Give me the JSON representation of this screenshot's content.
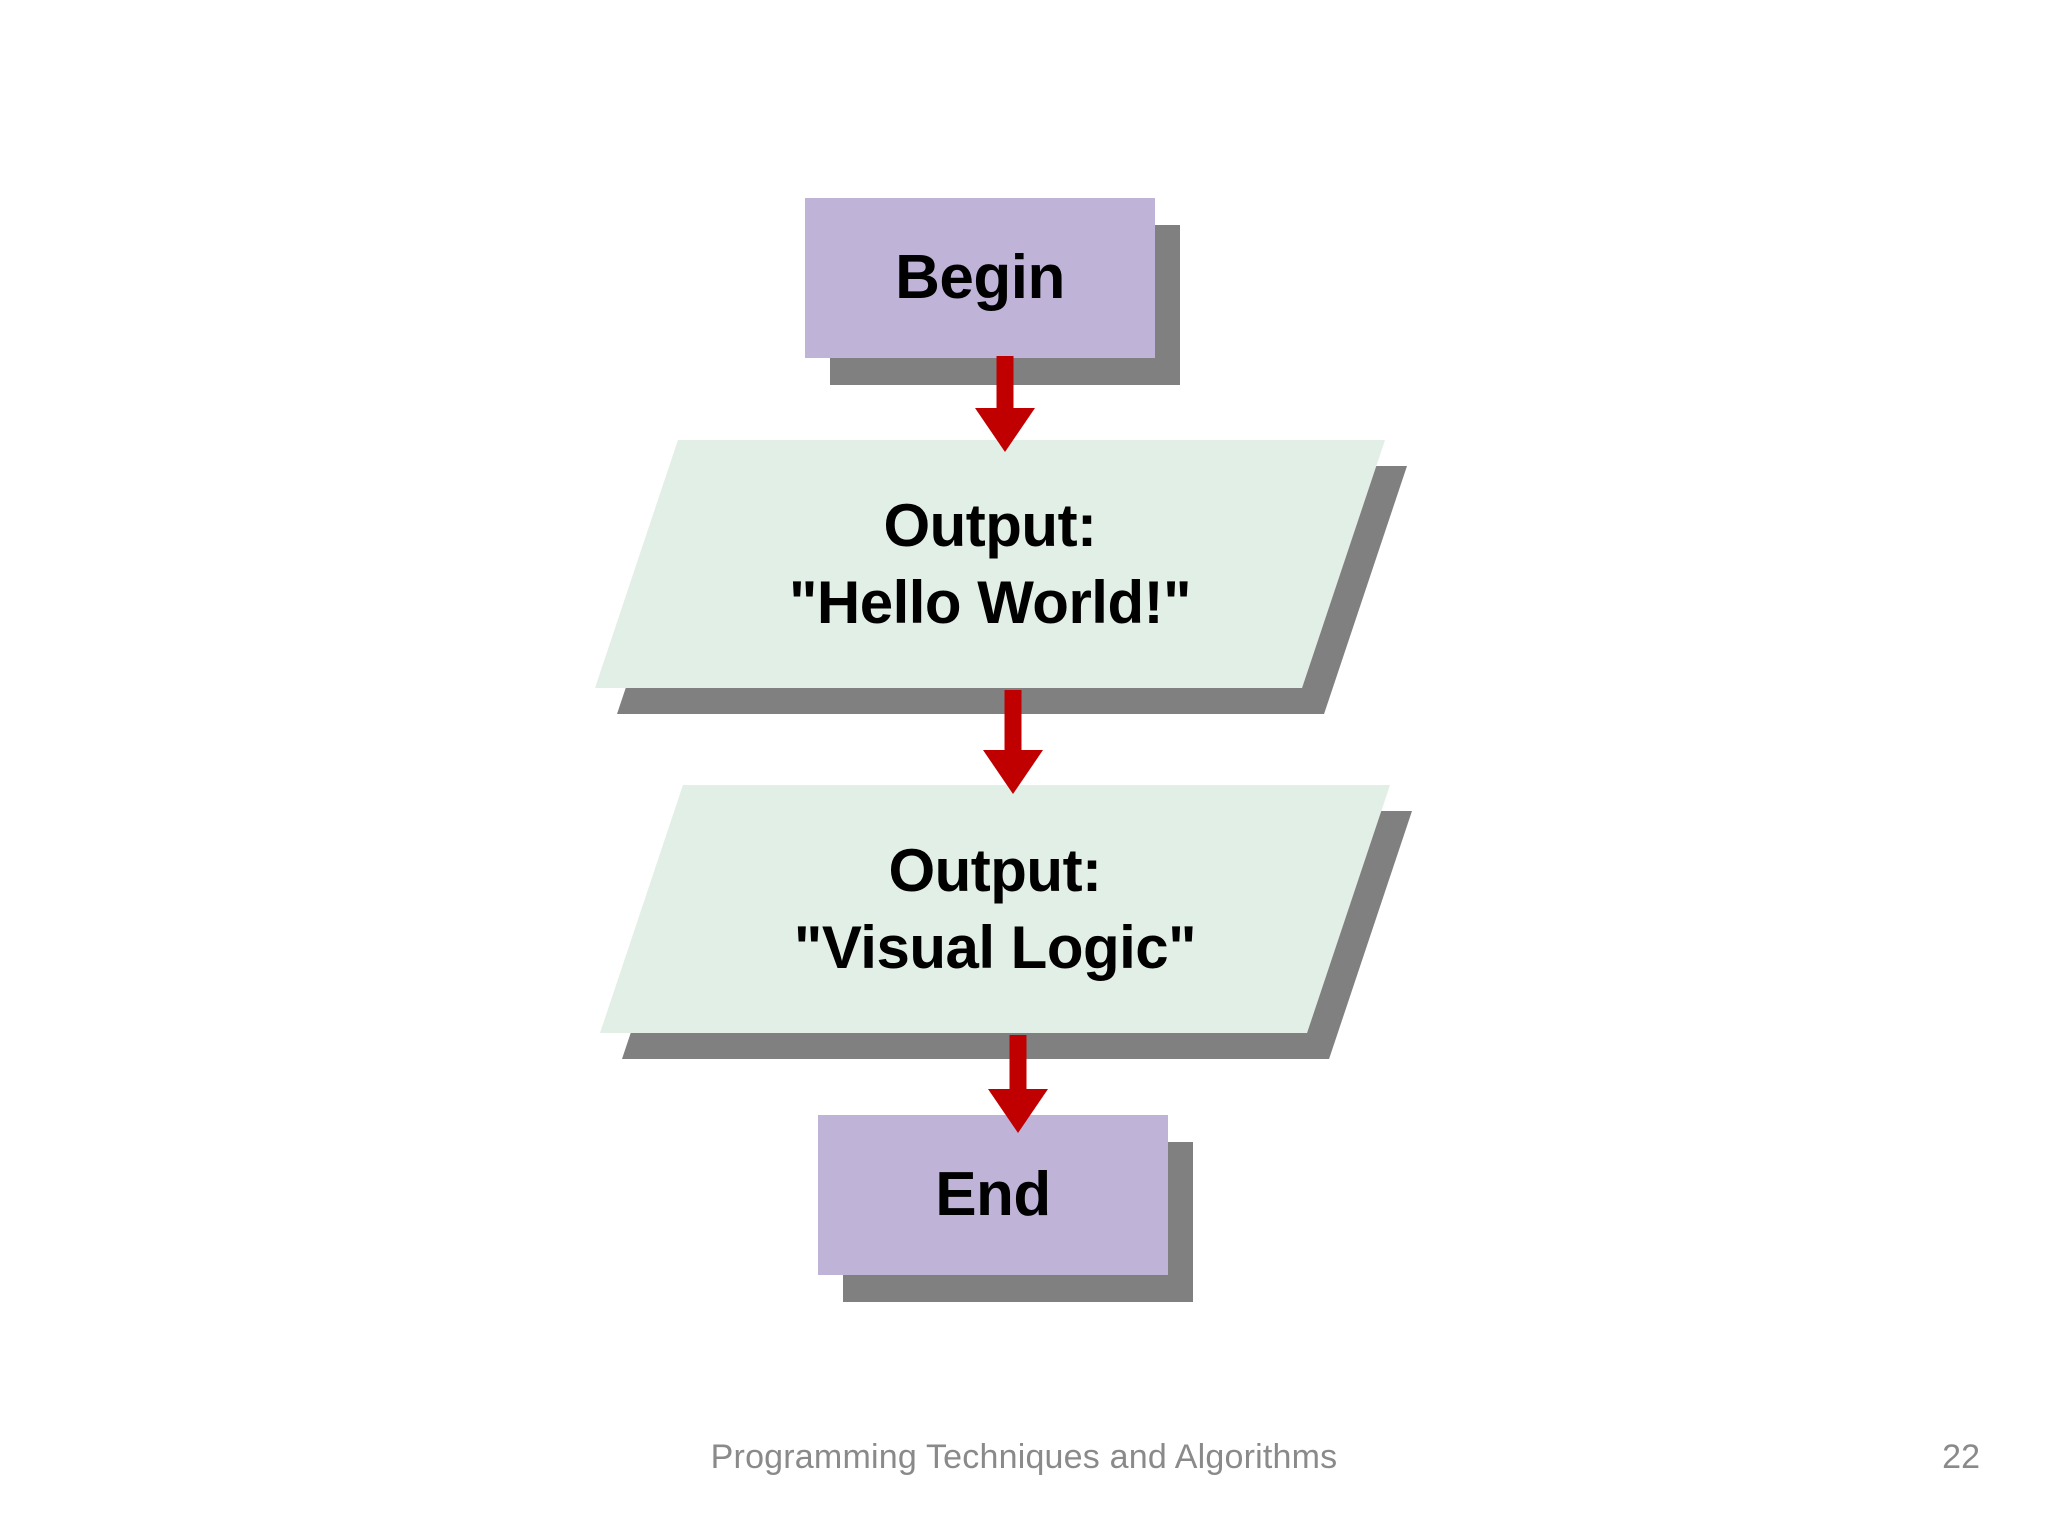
{
  "slide": {
    "background_color": "#ffffff",
    "page_number": "22",
    "footer_title": "Programming Techniques and Algorithms"
  },
  "colors": {
    "terminal_fill": "#c0b3d8",
    "io_fill": "#e1efe6",
    "shadow": "#808080",
    "arrow": "#c00000",
    "text": "#000000",
    "footer_text": "#8a8a8a"
  },
  "flowchart": {
    "type": "flowchart",
    "direction": "top-to-bottom",
    "nodes": [
      {
        "id": "begin",
        "shape": "terminal",
        "label": "Begin"
      },
      {
        "id": "output1",
        "shape": "parallelogram",
        "line1": "Output:",
        "line2": "\"Hello World!\""
      },
      {
        "id": "output2",
        "shape": "parallelogram",
        "line1": "Output:",
        "line2": "\"Visual Logic\""
      },
      {
        "id": "end",
        "shape": "terminal",
        "label": "End"
      }
    ],
    "edges": [
      {
        "from": "begin",
        "to": "output1",
        "style": "arrow-down"
      },
      {
        "from": "output1",
        "to": "output2",
        "style": "arrow-down"
      },
      {
        "from": "output2",
        "to": "end",
        "style": "arrow-down"
      }
    ]
  }
}
